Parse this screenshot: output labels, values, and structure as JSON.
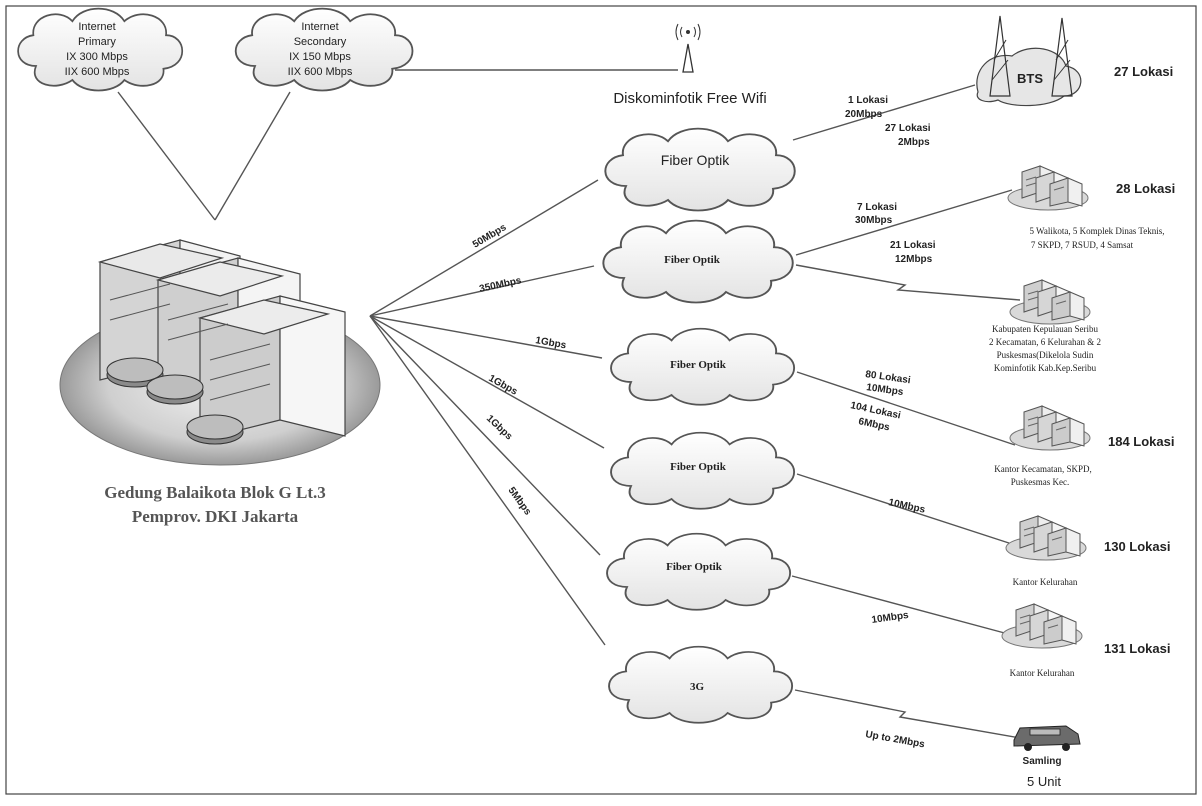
{
  "internet_primary": [
    "Internet",
    "Primary",
    "IX 300 Mbps",
    "IIX 600 Mbps"
  ],
  "internet_secondary": [
    "Internet",
    "Secondary",
    "IX 150 Mbps",
    "IIX 600 Mbps"
  ],
  "wifi_label": "Diskominfotik Free Wifi",
  "building_title": [
    "Gedung Balaikota Blok G Lt.3",
    "Pemprov. DKI Jakarta"
  ],
  "bts_label": "BTS",
  "hub_links": [
    "50Mbps",
    "350Mbps",
    "1Gbps",
    "1Gbps",
    "1Gbps",
    "5Mbps"
  ],
  "clouds": [
    "Fiber Optik",
    "Fiber Optik",
    "Fiber Optik",
    "Fiber Optik",
    "Fiber Optik",
    "3G"
  ],
  "branch_labels": [
    [
      "1 Lokasi",
      "20Mbps"
    ],
    [
      "27 Lokasi",
      "2Mbps"
    ],
    [
      "7 Lokasi",
      "30Mbps"
    ],
    [
      "21 Lokasi",
      "12Mbps"
    ],
    [
      "80 Lokasi",
      "10Mbps"
    ],
    [
      "104 Lokasi",
      "6Mbps"
    ],
    [
      "10Mbps"
    ],
    [
      "10Mbps"
    ],
    [
      "Up to 2Mbps"
    ]
  ],
  "site_counts": [
    "27 Lokasi",
    "28 Lokasi",
    "184 Lokasi",
    "130 Lokasi",
    "131 Lokasi",
    "5 Unit"
  ],
  "site_descriptions": [
    [
      "5 Walikota, 5 Komplek Dinas Teknis,",
      "7 SKPD, 7 RSUD, 4 Samsat"
    ],
    [
      "Kabupaten Kepulauan Seribu",
      "2 Kecamatan, 6 Kelurahan & 2",
      "Puskesmas(Dikelola Sudin",
      "Kominfotik Kab.Kep.Seribu"
    ],
    [
      "Kantor Kecamatan, SKPD,",
      "Puskesmas Kec."
    ],
    [
      "Kantor Kelurahan"
    ],
    [
      "Kantor Kelurahan"
    ]
  ],
  "vehicle_label": "Samling"
}
